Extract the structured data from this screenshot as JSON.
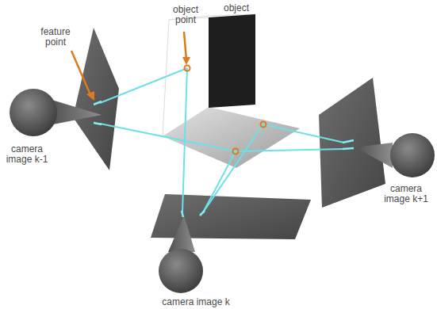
{
  "diagram": {
    "labels": [
      "object point",
      "object",
      "feature point",
      "camera image k-1",
      "camera image k+1",
      "camera image k"
    ]
  }
}
